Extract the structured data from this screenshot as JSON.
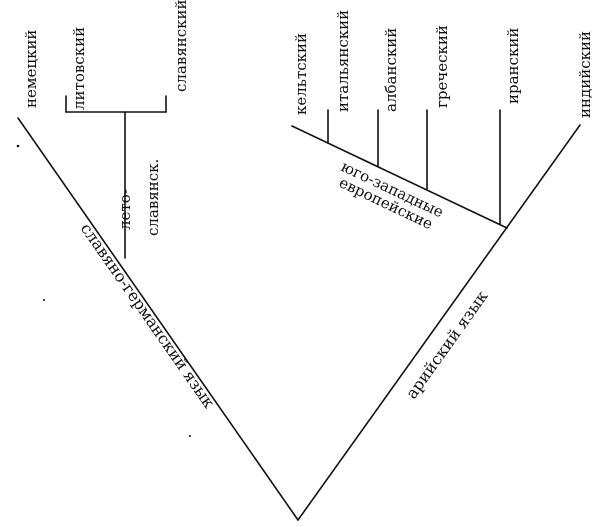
{
  "tree": {
    "root_labels": {
      "left_branch": "славяно-германский язык",
      "right_branch": "арийский язык"
    },
    "left_group": {
      "leaf_nemetsky": "немецкий",
      "leaf_litovsky": "литовский",
      "leaf_slavyansky": "славянский",
      "node_label_line1": "лето-",
      "node_label_line2": "славянск."
    },
    "right_group": {
      "leaf_keltsky": "кельтский",
      "leaf_italyansky": "итальянский",
      "leaf_albansky": "албанский",
      "leaf_grechesky": "греческий",
      "leaf_iransky": "иранский",
      "leaf_indiysky": "индийский",
      "node_label_line1": "юго-западные",
      "node_label_line2": "европейские"
    }
  }
}
